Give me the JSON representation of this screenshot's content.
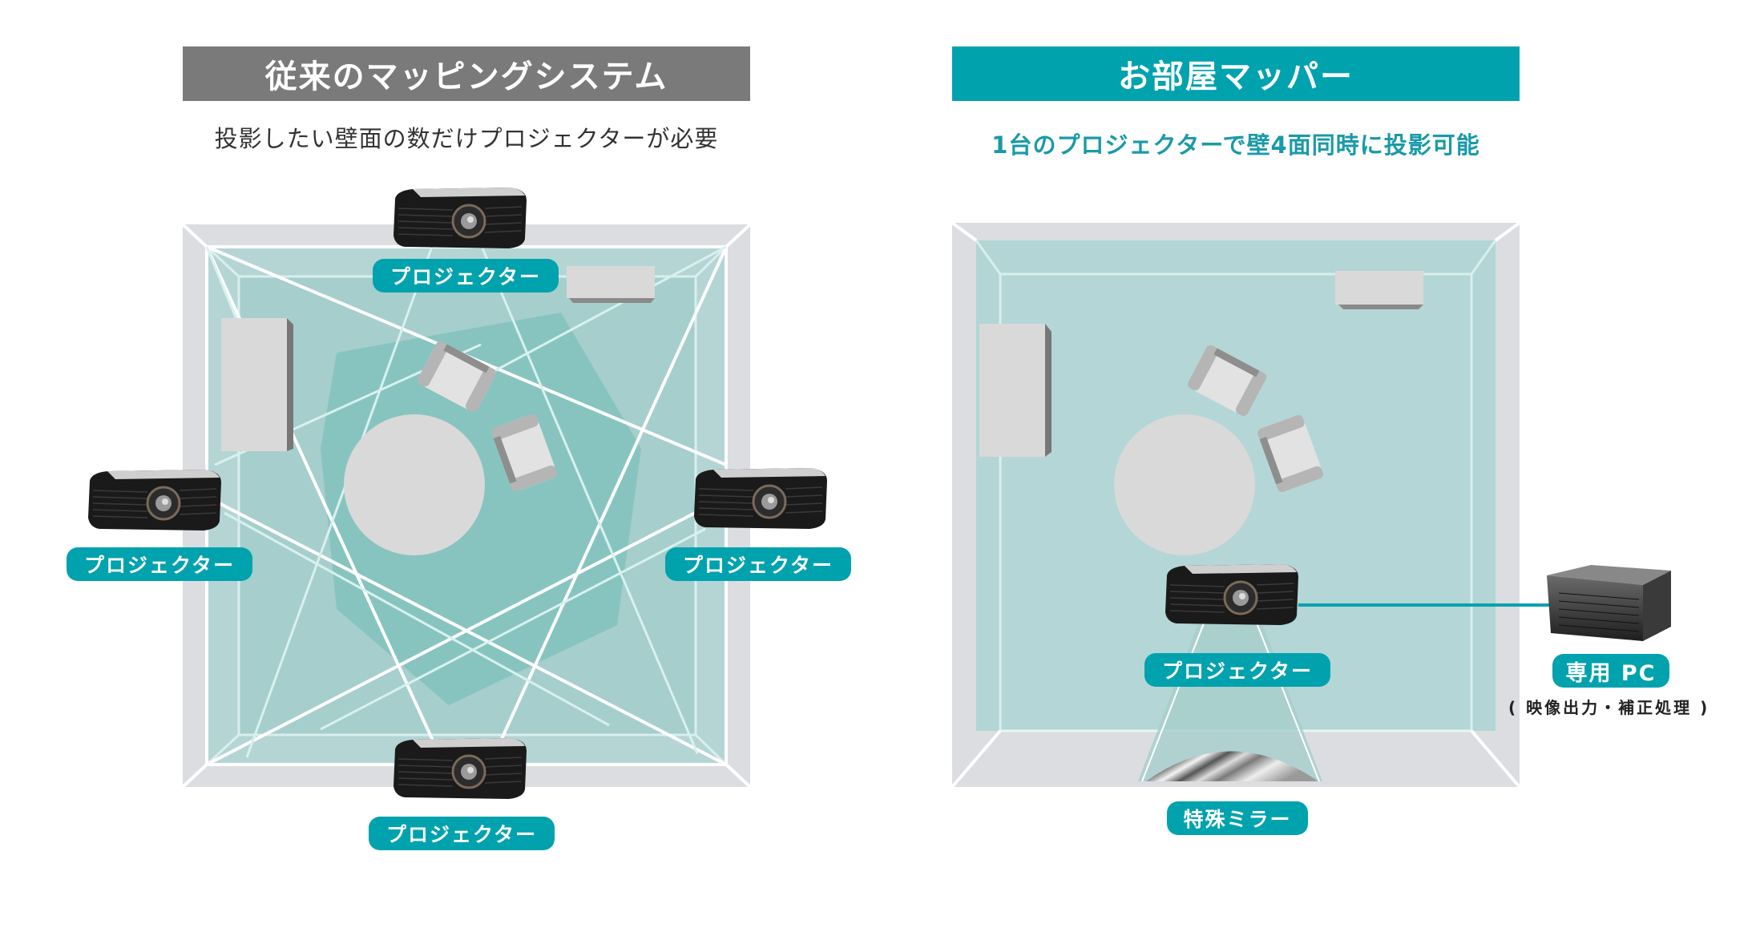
{
  "left_panel": {
    "title": "従来のマッピングシステム",
    "subtitle": "投影したい壁面の数だけプロジェクターが必要",
    "labels": {
      "top": "プロジェクター",
      "left": "プロジェクター",
      "right": "プロジェクター",
      "bottom": "プロジェクター"
    }
  },
  "right_panel": {
    "title": "お部屋マッパー",
    "subtitle": "1台のプロジェクターで壁4面同時に投影可能",
    "labels": {
      "projector": "プロジェクター",
      "mirror": "特殊ミラー",
      "pc": "専用 PC",
      "pc_note": "( 映像出力・補正処理 )"
    }
  },
  "colors": {
    "gray_banner": "#7a7a7a",
    "teal_accent": "#00a2ae",
    "wall_gray": "#dcdde0",
    "floor_teal": "#b2d4d4",
    "overlap_teal": "#7cc0bd",
    "furniture": "#d9d9d9"
  }
}
